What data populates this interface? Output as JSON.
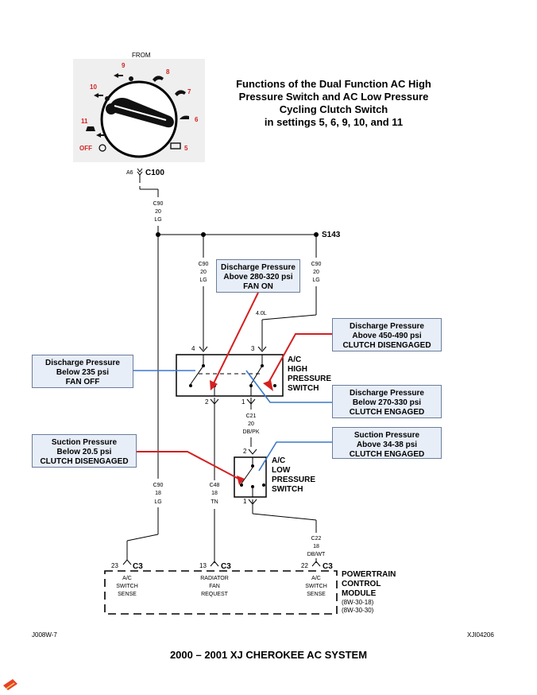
{
  "title": {
    "line1": "Functions of the Dual Function AC High",
    "line2": "Pressure Switch and AC Low Pressure",
    "line3": "Cycling Clutch Switch",
    "line4": "in settings 5, 6, 9, 10, and 11"
  },
  "knob": {
    "from": "FROM",
    "off": "OFF",
    "positions": [
      "5",
      "6",
      "7",
      "8",
      "9",
      "10",
      "11"
    ]
  },
  "connectors": {
    "a6": "A6",
    "c100": "C100",
    "s143": "S143",
    "pin4": "4",
    "pin3": "3",
    "pin2": "2",
    "pin1a": "1",
    "pin2b": "2",
    "pin1b": "1",
    "eng": "4.0L",
    "pin23": "23",
    "pin13": "13",
    "pin22": "22",
    "c3a": "C3",
    "c3b": "C3",
    "c3c": "C3"
  },
  "wires": {
    "c90_top": {
      "code": "C90",
      "gauge": "20",
      "color": "LG"
    },
    "c90_mid1": {
      "code": "C90",
      "gauge": "20",
      "color": "LG"
    },
    "c90_mid2": {
      "code": "C90",
      "gauge": "20",
      "color": "LG"
    },
    "c21": {
      "code": "C21",
      "gauge": "20",
      "color": "DB/PK"
    },
    "c90_low": {
      "code": "C90",
      "gauge": "18",
      "color": "LG"
    },
    "c48": {
      "code": "C48",
      "gauge": "18",
      "color": "TN"
    },
    "c22": {
      "code": "C22",
      "gauge": "18",
      "color": "DB/WT"
    }
  },
  "switches": {
    "high": {
      "l1": "A/C",
      "l2": "HIGH",
      "l3": "PRESSURE",
      "l4": "SWITCH"
    },
    "low": {
      "l1": "A/C",
      "l2": "LOW",
      "l3": "PRESSURE",
      "l4": "SWITCH"
    }
  },
  "callouts": {
    "fan_on": {
      "l1": "Discharge Pressure",
      "l2": "Above 280-320 psi",
      "l3": "FAN ON"
    },
    "clutch_dis_high": {
      "l1": "Discharge Pressure",
      "l2": "Above 450-490 psi",
      "l3": "CLUTCH DISENGAGED"
    },
    "fan_off": {
      "l1": "Discharge Pressure",
      "l2": "Below 235 psi",
      "l3": "FAN OFF"
    },
    "clutch_eng_high": {
      "l1": "Discharge Pressure",
      "l2": "Below 270-330 psi",
      "l3": "CLUTCH ENGAGED"
    },
    "suction_dis": {
      "l1": "Suction Pressure",
      "l2": "Below 20.5 psi",
      "l3": "CLUTCH DISENGAGED"
    },
    "suction_eng": {
      "l1": "Suction Pressure",
      "l2": "Above 34-38 psi",
      "l3": "CLUTCH ENGAGED"
    }
  },
  "pcm": {
    "sense1": {
      "l1": "A/C",
      "l2": "SWITCH",
      "l3": "SENSE"
    },
    "fan": {
      "l1": "RADIATOR",
      "l2": "FAN",
      "l3": "REQUEST"
    },
    "sense2": {
      "l1": "A/C",
      "l2": "SWITCH",
      "l3": "SENSE"
    },
    "name1": "POWERTRAIN",
    "name2": "CONTROL",
    "name3": "MODULE",
    "ref1": "(8W-30-18)",
    "ref2": "(8W-30-30)"
  },
  "footer": {
    "left_code": "J008W-7",
    "right_code": "XJI04206",
    "title": "2000 – 2001 XJ CHEROKEE AC SYSTEM"
  },
  "colors": {
    "red_arrow": "#d42020",
    "blue_line": "#3a78c8",
    "callout_fill": "#e8eef8"
  }
}
